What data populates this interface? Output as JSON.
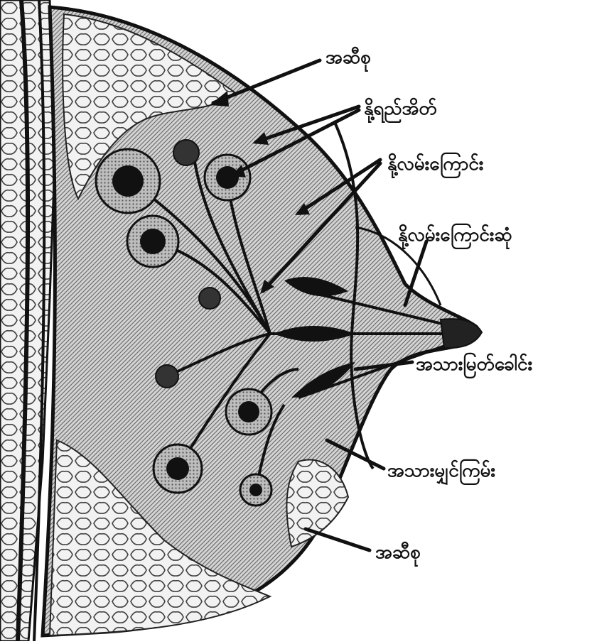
{
  "labels": {
    "fat_top": "အဆီစု",
    "gland_tissue": "နို့ရည်အိတ်",
    "milk_duct": "နို့လမ်းကြောင်း",
    "duct_sinus": "နို့လမ်းကြောင်းဆုံ",
    "nipple": "အသားမြတ်ခေါင်း",
    "connective": "အသားမျှင်ကြမ်း",
    "fat_bottom": "အဆီစု"
  },
  "colors": {
    "ink": "#111111",
    "paper": "#ffffff",
    "hatch": "#8a8a8a"
  }
}
